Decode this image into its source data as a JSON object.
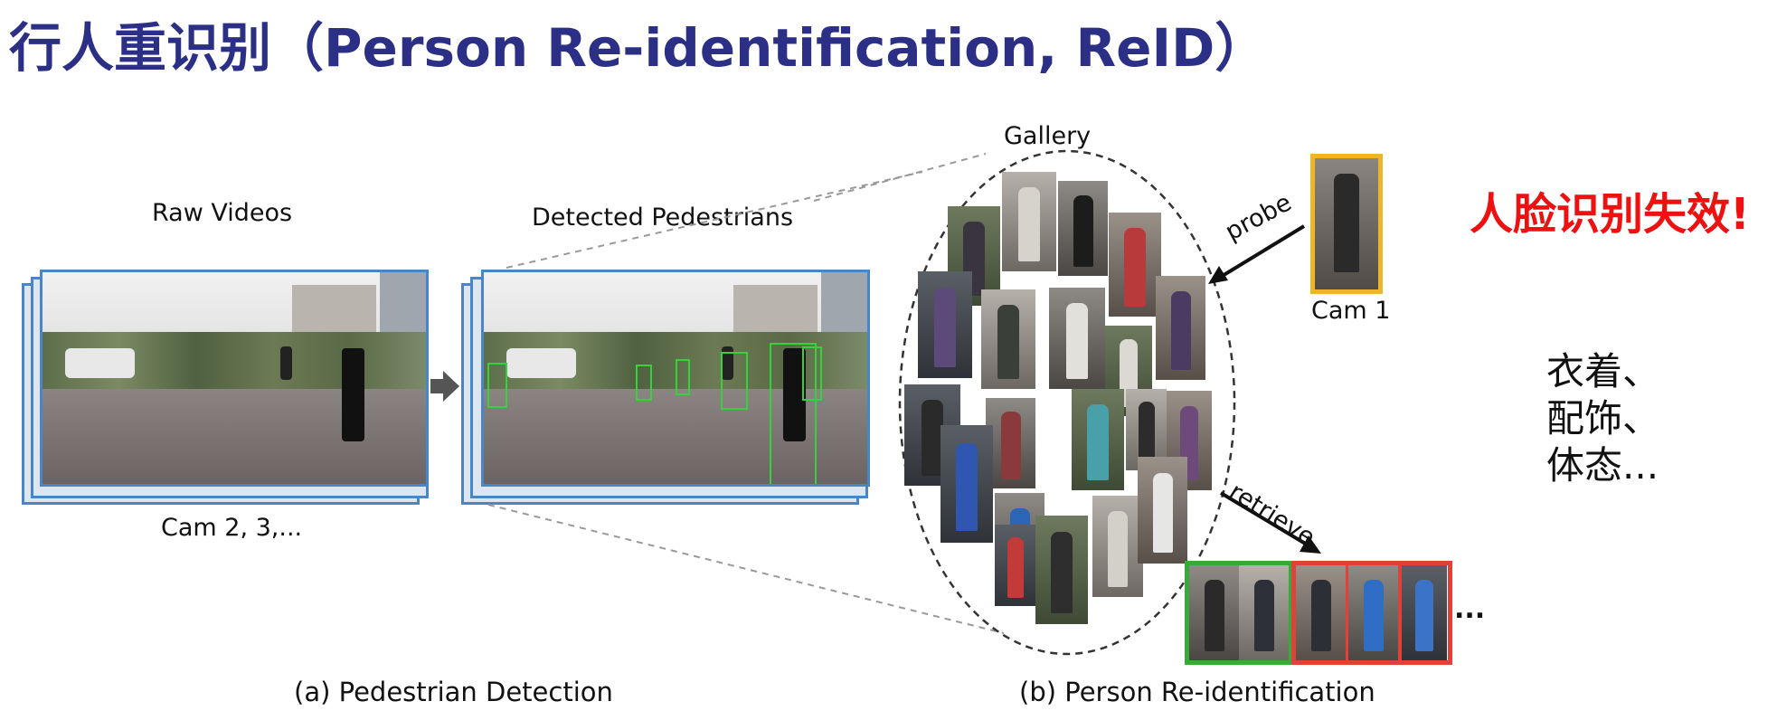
{
  "title": "行人重识别（Person Re-identification, ReID）",
  "diagram": {
    "raw_videos_label": "Raw Videos",
    "cams_label": "Cam 2, 3,...",
    "detected_label": "Detected Pedestrians",
    "gallery_label": "Gallery",
    "probe_label": "probe",
    "cam1_label": "Cam 1",
    "retrieve_label": "retrieve",
    "ellipsis": "...",
    "caption_a": "(a) Pedestrian Detection",
    "caption_b": "(b) Person Re-identification"
  },
  "side_notes": {
    "warning": "人脸识别失效!",
    "traits": [
      "衣着、",
      "配饰、",
      "体态..."
    ]
  },
  "colors": {
    "title": "#2b2f86",
    "warning": "#ee1111",
    "frame_border": "#4a86c6",
    "detection_box": "#37d13a",
    "probe_border": "#f0b429",
    "match_correct": "#3aa83a",
    "match_wrong": "#e0423a"
  }
}
